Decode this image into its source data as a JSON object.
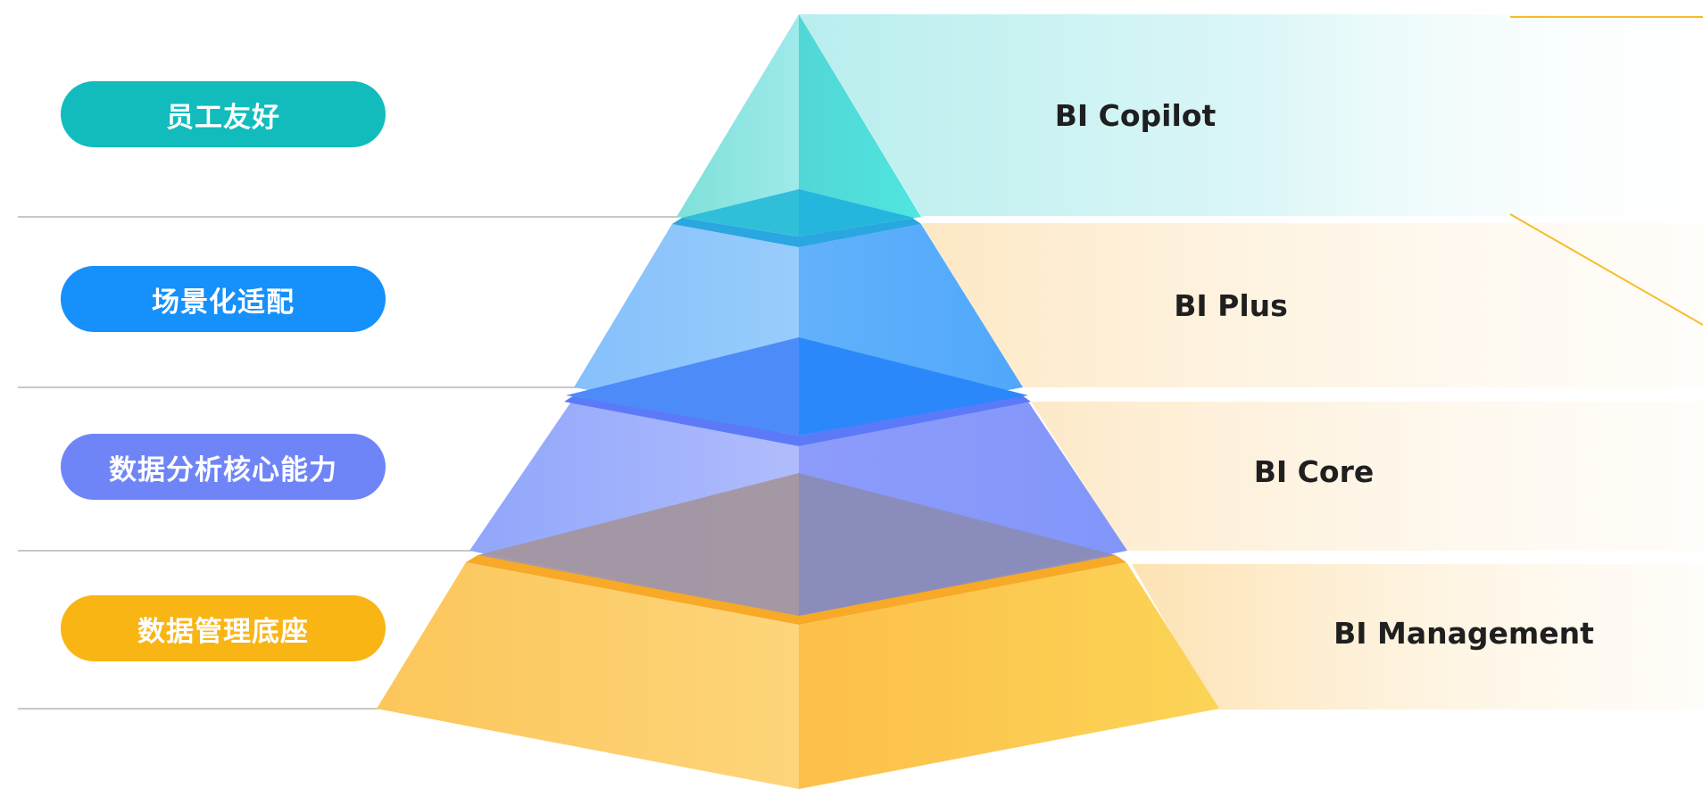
{
  "tiers": [
    {
      "tag": "员工友好",
      "name": "BI Copilot",
      "color": "#12bcbc"
    },
    {
      "tag": "场景化适配",
      "name": "BI Plus",
      "color": "#1690fb"
    },
    {
      "tag": "数据分析核心能力",
      "name": "BI Core",
      "color": "#6f85f7"
    },
    {
      "tag": "数据管理底座",
      "name": "BI Management",
      "color": "#f8b514"
    }
  ],
  "accent_line_color": "#f6bc2a"
}
